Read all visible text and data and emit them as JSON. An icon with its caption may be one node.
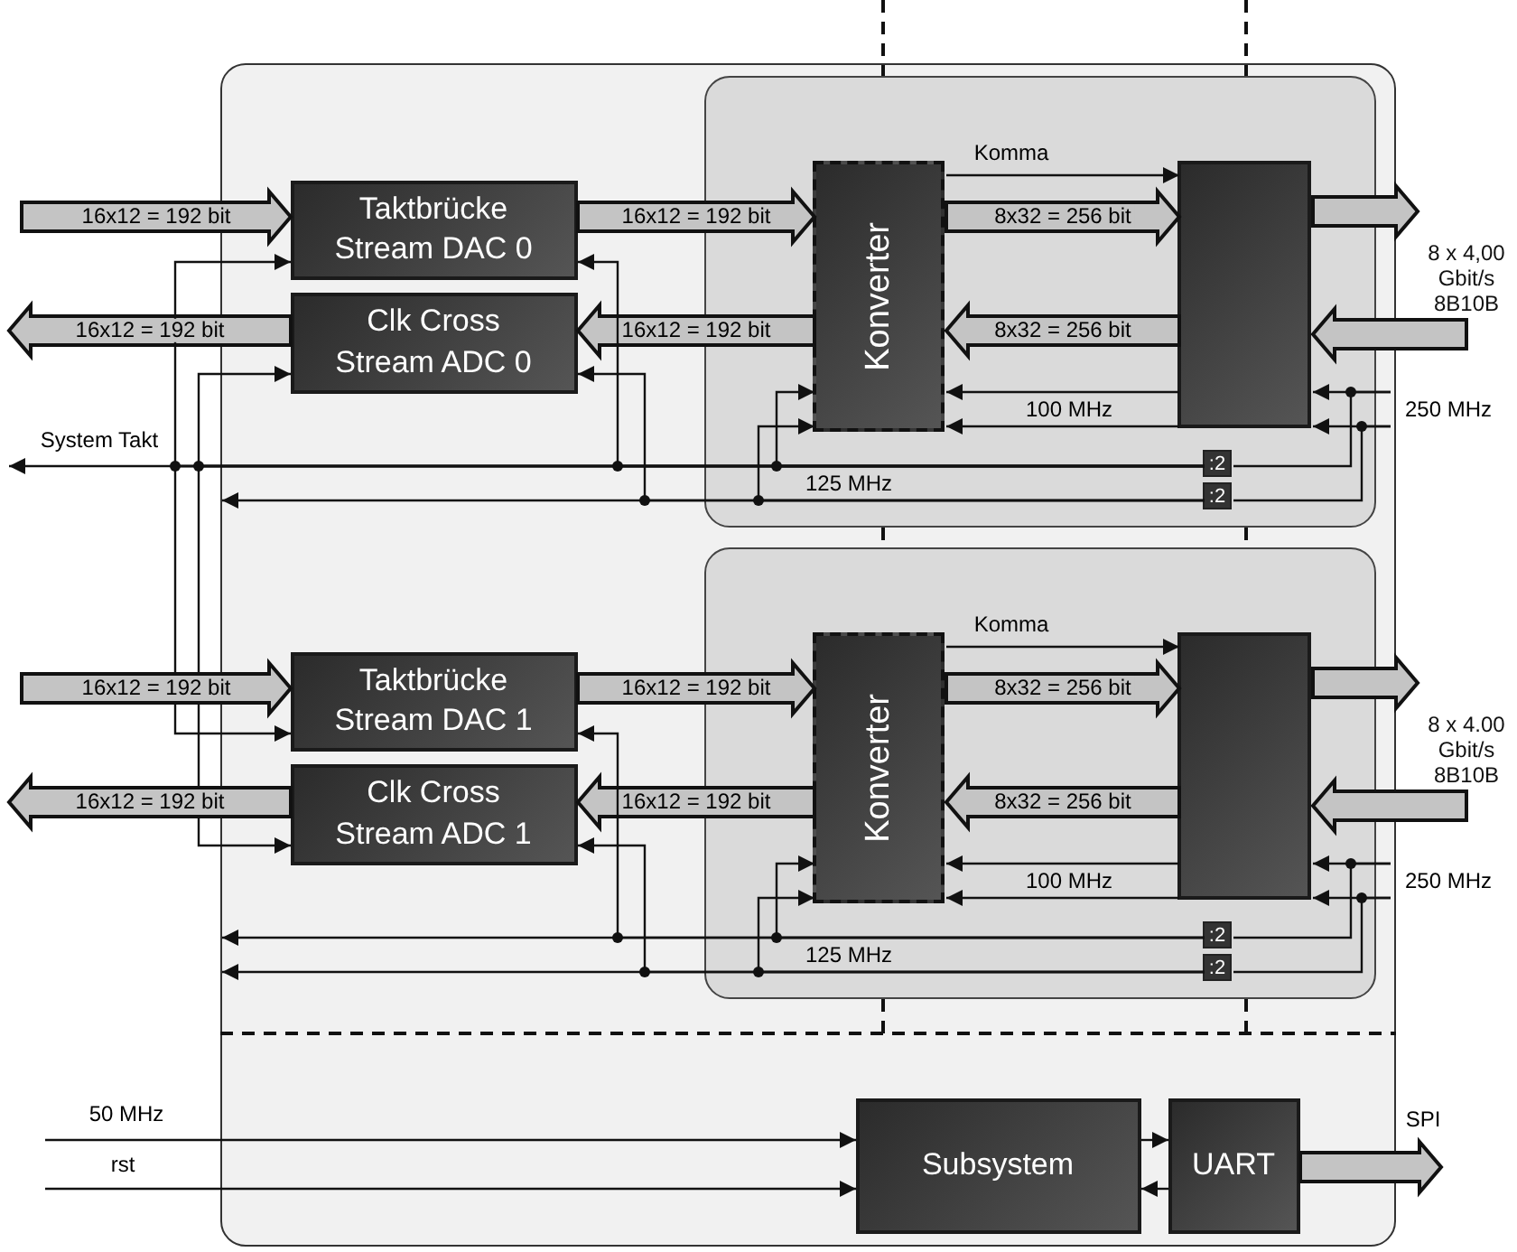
{
  "diagram": {
    "nodes": [
      {
        "text": [],
        "shape": "box"
      },
      {
        "text": [],
        "shape": "box",
        "in": 0
      },
      {
        "text": [
          "Taktbrücke Stream DAC 0"
        ],
        "in": 0
      },
      {
        "text": [
          "Clk Cross Stream ADC 0"
        ],
        "in": 0
      },
      {
        "text": [
          "Konverter"
        ],
        "in": 1
      },
      {
        "text": [],
        "shape": "box",
        "in": 1
      },
      {
        "text": [
          ":2"
        ],
        "in": 1
      },
      {
        "text": [
          ":2"
        ],
        "in": 1
      },
      {
        "text": [],
        "shape": "box",
        "in": 0
      },
      {
        "text": [
          "Taktbrücke Stream DAC 1"
        ],
        "in": 0
      },
      {
        "text": [
          "Clk Cross Stream ADC 1"
        ],
        "in": 0
      },
      {
        "text": [
          "Konverter"
        ],
        "in": 8
      },
      {
        "text": [],
        "shape": "box",
        "in": 8
      },
      {
        "text": [
          ":2"
        ],
        "in": 8
      },
      {
        "text": [
          ":2"
        ],
        "in": 8
      },
      {
        "text": [
          "Subsystem"
        ],
        "in": 0
      },
      {
        "text": [
          "UART"
        ],
        "in": 0
      }
    ],
    "edges": [
      {
        "from": null,
        "to": 2,
        "arrow": "to",
        "label": "16x12 = 192 bit",
        "style": "thick"
      },
      {
        "from": 2,
        "to": 4,
        "arrow": "to",
        "label": "16x12 = 192 bit",
        "style": "thick"
      },
      {
        "from": 3,
        "to": null,
        "arrow": "to",
        "label": "16x12 = 192 bit",
        "style": "thick"
      },
      {
        "from": 4,
        "to": 3,
        "arrow": "to",
        "label": "16x12 = 192 bit",
        "style": "thick"
      },
      {
        "from": 4,
        "to": 5,
        "arrow": "to",
        "label": "8x32 = 256 bit",
        "style": "thick"
      },
      {
        "from": 5,
        "to": 4,
        "arrow": "to",
        "label": "8x32 = 256 bit",
        "style": "thick"
      },
      {
        "from": 4,
        "to": 5,
        "arrow": "to",
        "label": "Komma"
      },
      {
        "from": 5,
        "to": null,
        "arrow": "to",
        "style": "thick"
      },
      {
        "from": null,
        "to": 5,
        "arrow": "to",
        "style": "thick"
      },
      {
        "from": 5,
        "to": 4,
        "arrow": "to",
        "label": "100 MHz"
      },
      {
        "from": 5,
        "to": 4,
        "arrow": "to"
      },
      {
        "from": null,
        "to": 5,
        "arrow": "to",
        "label": "250 MHz"
      },
      {
        "from": null,
        "to": 5,
        "arrow": "to"
      },
      {
        "from": null,
        "to": 6,
        "arrow": "none"
      },
      {
        "from": null,
        "to": 7,
        "arrow": "none"
      },
      {
        "from": 6,
        "to": 4,
        "arrow": "to"
      },
      {
        "from": 7,
        "to": 4,
        "arrow": "to",
        "label": "125 MHz"
      },
      {
        "from": 6,
        "to": 2,
        "arrow": "to"
      },
      {
        "from": 7,
        "to": 3,
        "arrow": "to"
      },
      {
        "from": 6,
        "to": null,
        "arrow": "to",
        "label": "System Takt"
      },
      {
        "from": 7,
        "to": null,
        "arrow": "to"
      },
      {
        "from": 6,
        "to": 2,
        "arrow": "to"
      },
      {
        "from": 6,
        "to": 3,
        "arrow": "to"
      },
      {
        "from": 6,
        "to": 9,
        "arrow": "to"
      },
      {
        "from": 6,
        "to": 10,
        "arrow": "to"
      },
      {
        "from": null,
        "to": 9,
        "arrow": "to",
        "label": "16x12 = 192 bit",
        "style": "thick"
      },
      {
        "from": 9,
        "to": 11,
        "arrow": "to",
        "label": "16x12 = 192 bit",
        "style": "thick"
      },
      {
        "from": 10,
        "to": null,
        "arrow": "to",
        "label": "16x12 = 192 bit",
        "style": "thick"
      },
      {
        "from": 11,
        "to": 10,
        "arrow": "to",
        "label": "16x12 = 192 bit",
        "style": "thick"
      },
      {
        "from": 11,
        "to": 12,
        "arrow": "to",
        "label": "8x32 = 256 bit",
        "style": "thick"
      },
      {
        "from": 12,
        "to": 11,
        "arrow": "to",
        "label": "8x32 = 256 bit",
        "style": "thick"
      },
      {
        "from": 11,
        "to": 12,
        "arrow": "to",
        "label": "Komma"
      },
      {
        "from": 12,
        "to": null,
        "arrow": "to",
        "style": "thick"
      },
      {
        "from": null,
        "to": 12,
        "arrow": "to",
        "style": "thick"
      },
      {
        "from": 12,
        "to": 11,
        "arrow": "to",
        "label": "100 MHz"
      },
      {
        "from": 12,
        "to": 11,
        "arrow": "to"
      },
      {
        "from": null,
        "to": 12,
        "arrow": "to",
        "label": "250 MHz"
      },
      {
        "from": null,
        "to": 12,
        "arrow": "to"
      },
      {
        "from": null,
        "to": 13,
        "arrow": "none"
      },
      {
        "from": null,
        "to": 14,
        "arrow": "none"
      },
      {
        "from": 13,
        "to": 11,
        "arrow": "to"
      },
      {
        "from": 14,
        "to": 11,
        "arrow": "to",
        "label": "125 MHz"
      },
      {
        "from": 13,
        "to": 9,
        "arrow": "to"
      },
      {
        "from": 14,
        "to": 10,
        "arrow": "to"
      },
      {
        "from": 13,
        "to": null,
        "arrow": "to"
      },
      {
        "from": 14,
        "to": null,
        "arrow": "to"
      },
      {
        "from": null,
        "to": 15,
        "arrow": "to",
        "label": "50 MHz"
      },
      {
        "from": null,
        "to": 15,
        "arrow": "to",
        "label": "rst"
      },
      {
        "from": 15,
        "to": 16,
        "arrow": "to"
      },
      {
        "from": 16,
        "to": 15,
        "arrow": "to"
      },
      {
        "from": 16,
        "to": null,
        "arrow": "to",
        "label": "SPI",
        "style": "thick"
      }
    ],
    "labels": [
      "8 x 4,00 Gbit/s 8B10B",
      "8 x 4.00 Gbit/s 8B10B"
    ]
  }
}
